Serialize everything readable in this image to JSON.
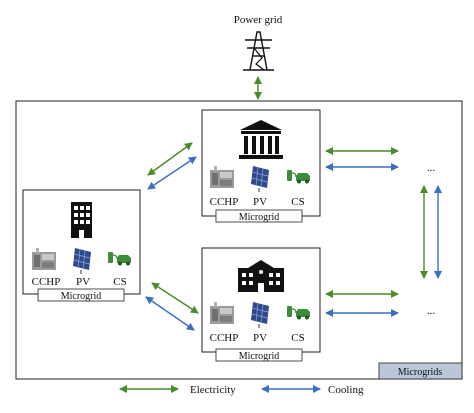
{
  "diagram": {
    "top_label": "Power grid",
    "outer_label": "Microgrids",
    "microgrid_label": "Microgrid",
    "component_labels": {
      "cchp": "CCHP",
      "pv": "PV",
      "cs": "CS"
    },
    "ellipsis": "...",
    "legend": {
      "electricity": "Electricity",
      "cooling": "Cooling"
    },
    "colors": {
      "electricity": "#4a8b2a",
      "cooling": "#3b6fbf",
      "outer_tab": "#b9c7d8",
      "border": "#222222"
    }
  }
}
